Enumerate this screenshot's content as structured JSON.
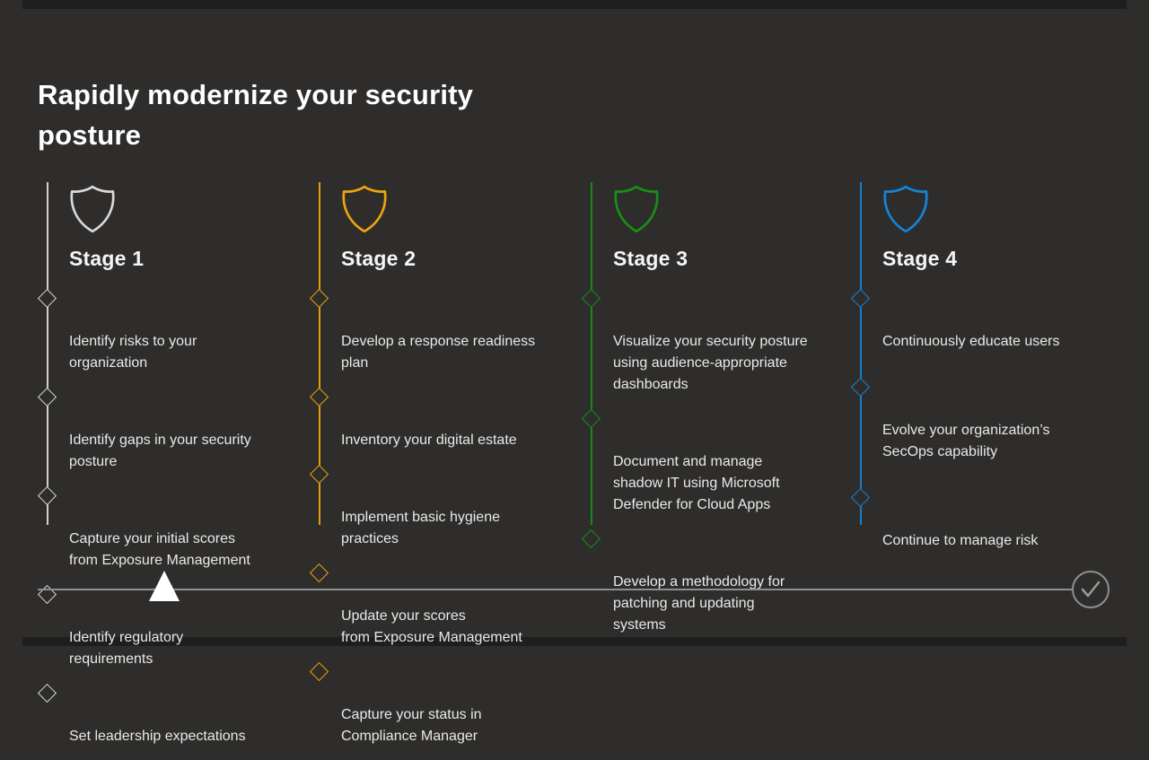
{
  "slide": {
    "title": "Rapidly modernize your security posture",
    "background_color": "#2e2d2c",
    "title_color": "#ffffff"
  },
  "stages": [
    {
      "name": "Stage 1",
      "accent_color": "#d9d9d9",
      "icon": "shield-outline-icon",
      "items": [
        "Identify risks to your\norganization",
        "Identify gaps in your security\nposture",
        "Capture your initial scores\nfrom Exposure Management",
        "Identify regulatory\nrequirements",
        "Set leadership expectations"
      ]
    },
    {
      "name": "Stage 2",
      "accent_color": "#eda40e",
      "icon": "shield-outline-icon",
      "items": [
        "Develop a response readiness\nplan",
        "Inventory your digital estate",
        "Implement basic hygiene\npractices",
        "Update your scores\nfrom Exposure Management",
        "Capture your status in\nCompliance Manager"
      ]
    },
    {
      "name": "Stage 3",
      "accent_color": "#169016",
      "icon": "shield-outline-icon",
      "items": [
        "Visualize your security posture\nusing audience-appropriate\ndashboards",
        "Document and manage\nshadow IT using Microsoft\nDefender for Cloud Apps",
        "Develop a methodology for\npatching and updating\nsystems"
      ]
    },
    {
      "name": "Stage 4",
      "accent_color": "#1484d7",
      "icon": "shield-outline-icon",
      "items": [
        "Continuously educate users",
        "Evolve your organization’s\nSecOps capability",
        "Continue to manage risk"
      ]
    }
  ],
  "footer": {
    "progress_marker_icon": "triangle-up-icon",
    "completion_icon": "check-circle-icon",
    "line_color": "#8f8f8f",
    "marker_color": "#ffffff"
  }
}
